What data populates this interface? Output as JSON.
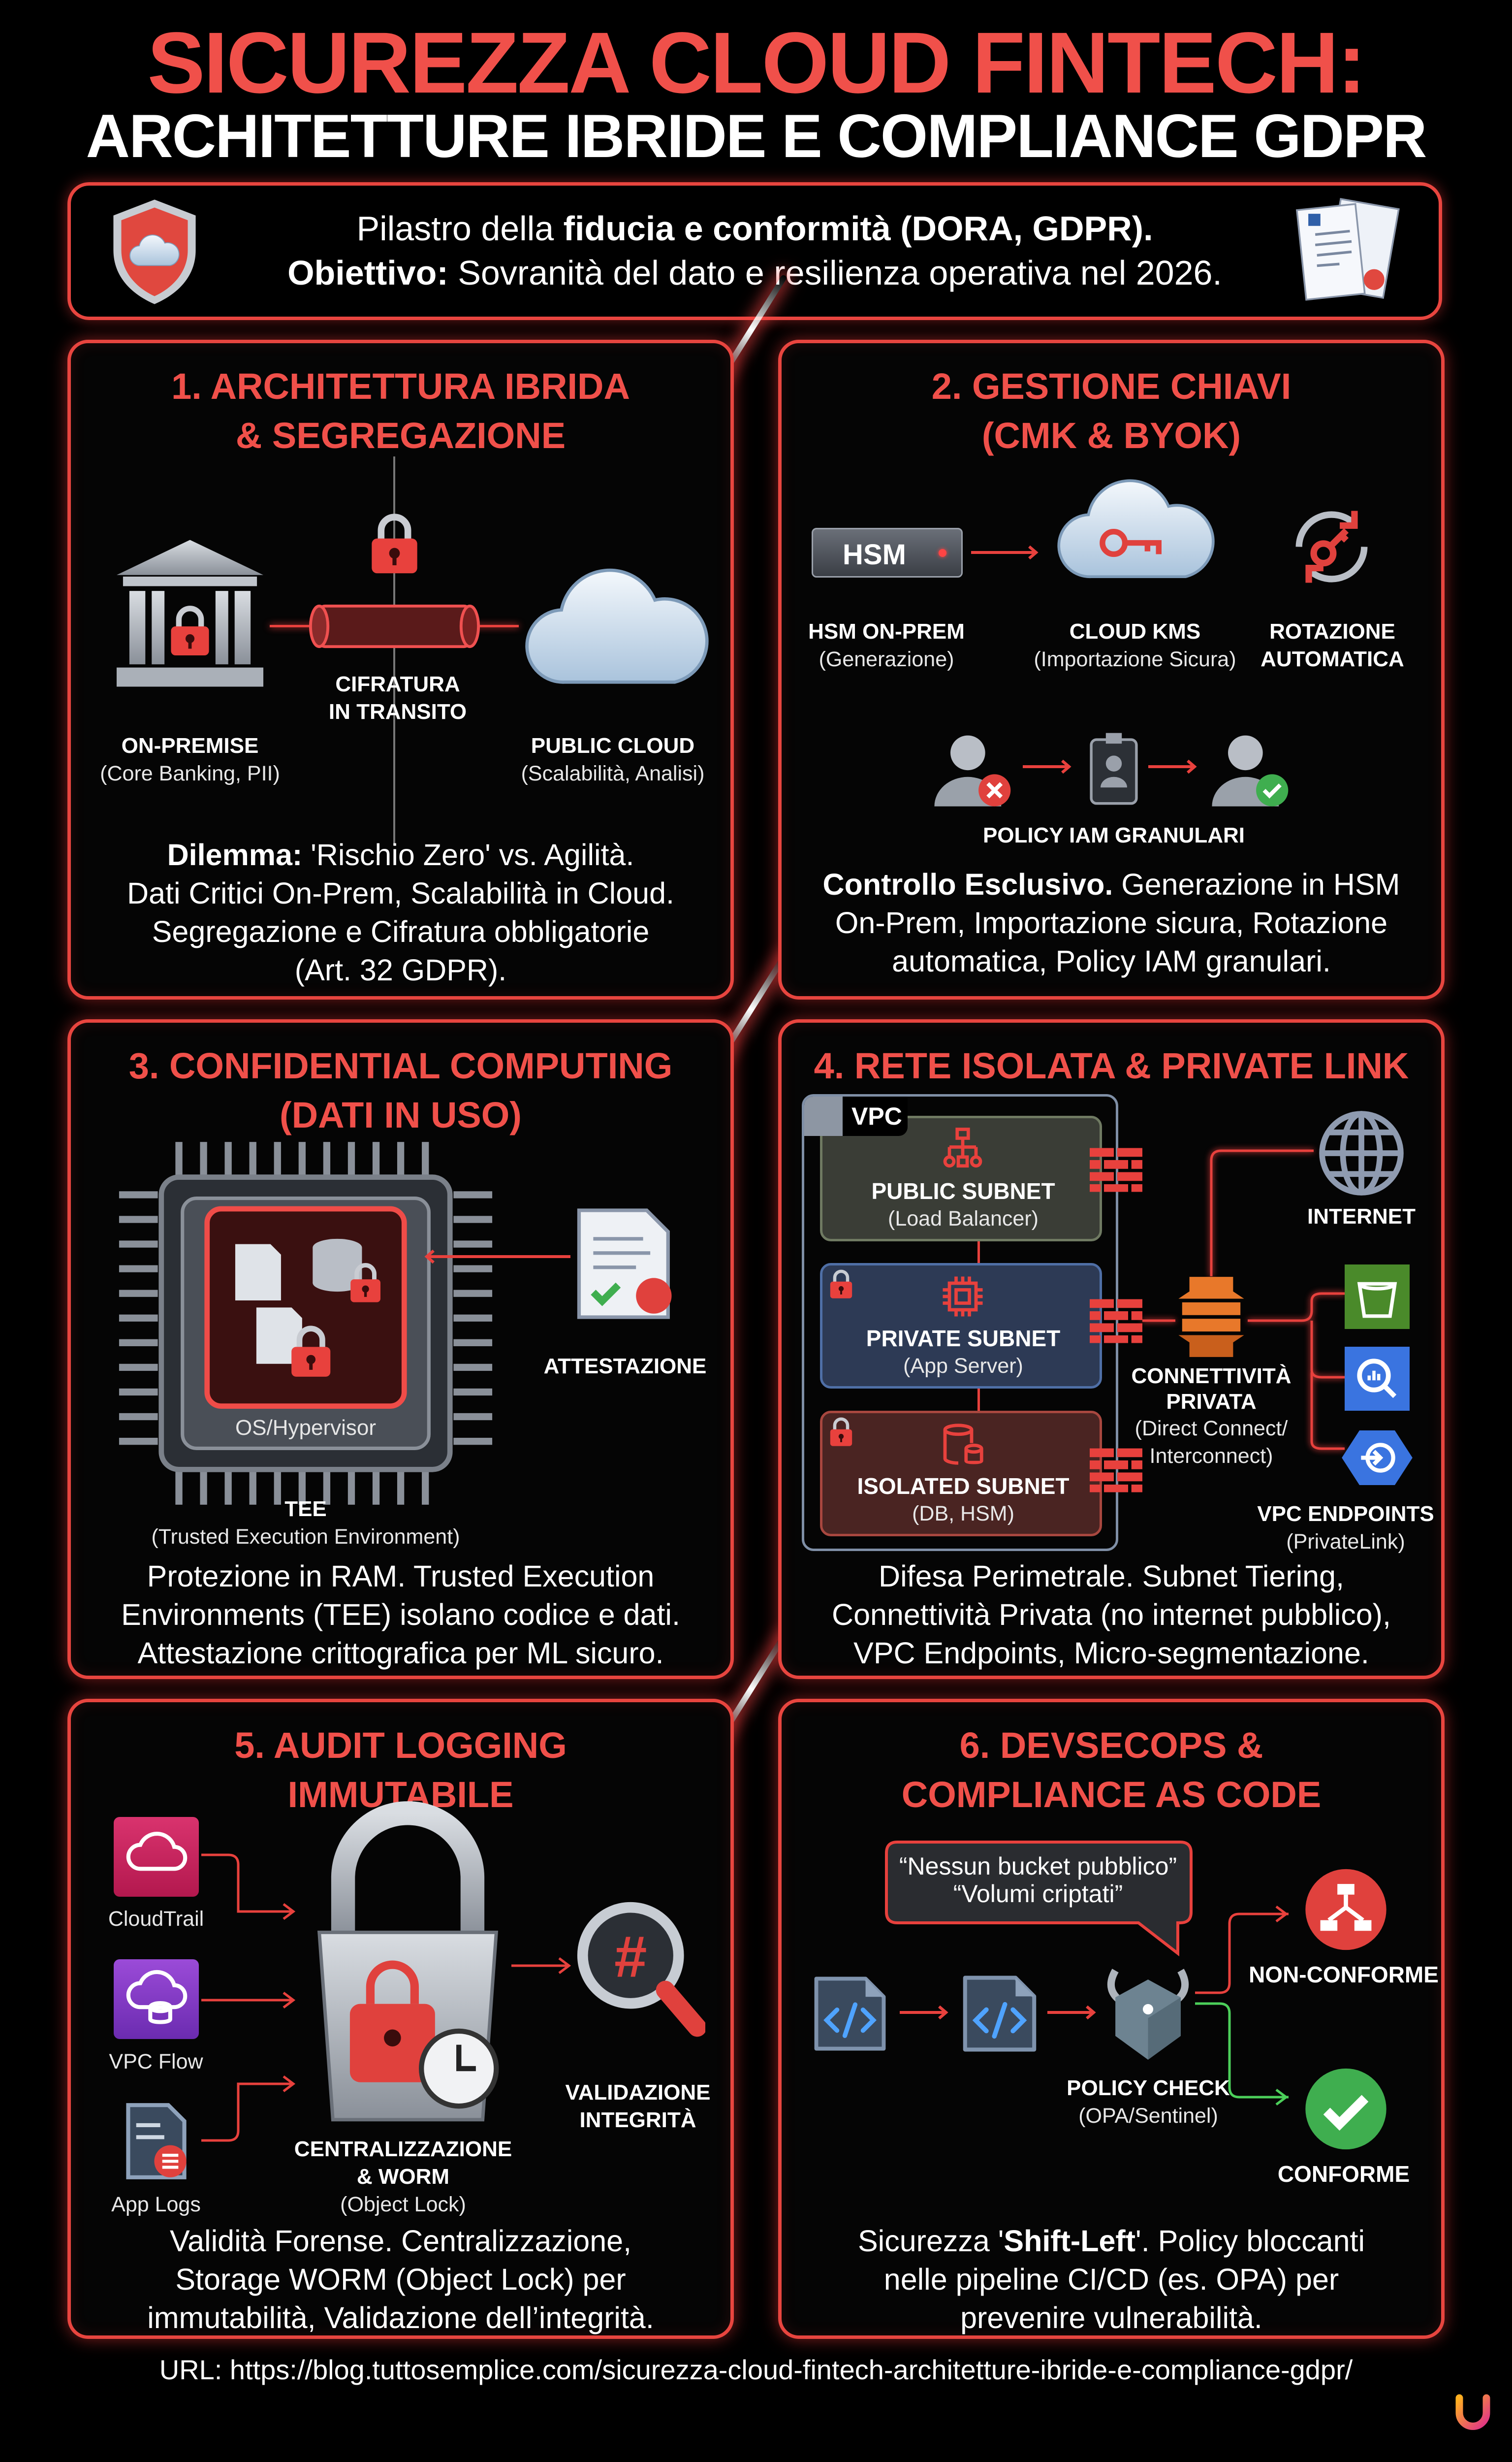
{
  "title": {
    "line1": "SICUREZZA CLOUD FINTECH:",
    "line2": "ARCHITETTURE IBRIDE E COMPLIANCE GDPR"
  },
  "intro": {
    "l1_pre": "Pilastro della ",
    "l1_bold": "fiducia e conformità (DORA, GDPR).",
    "l2_bold": "Obiettivo:",
    "l2_rest": " Sovranità del dato e resilienza operativa nel 2026.",
    "icons": [
      "shield-cloud-icon",
      "certificate-document-icon"
    ]
  },
  "colors": {
    "accent": "#f0504a",
    "border": "#e8453f",
    "background": "#000000",
    "success": "#3fae4f",
    "aws_orange": "#e8782a"
  },
  "panels": [
    {
      "title": [
        "1. ARCHITETTURA IBRIDA",
        "& SEGREGAZIONE"
      ],
      "onprem": {
        "label": "ON-PREMISE",
        "sub": "(Core Banking, PII)"
      },
      "transit": [
        "CIFRATURA",
        "IN TRANSITO"
      ],
      "cloud": {
        "label": "PUBLIC CLOUD",
        "sub": "(Scalabilità, Analisi)"
      },
      "desc": {
        "bold": "Dilemma:",
        "first": " 'Rischio Zero' vs. Agilità.",
        "lines": [
          "Dati Critici On-Prem, Scalabilità in Cloud.",
          "Segregazione e Cifratura obbligatorie",
          "(Art. 32 GDPR)."
        ]
      }
    },
    {
      "title": [
        "2. GESTIONE CHIAVI",
        "(CMK & BYOK)"
      ],
      "hsm_box": "HSM",
      "hsm": {
        "label": "HSM ON-PREM",
        "sub": "(Generazione)"
      },
      "kms": {
        "label": "CLOUD KMS",
        "sub": "(Importazione Sicura)"
      },
      "rotation": [
        "ROTAZIONE",
        "AUTOMATICA"
      ],
      "iam": "POLICY IAM GRANULARI",
      "desc": {
        "bold": "Controllo Esclusivo.",
        "first": " Generazione in HSM",
        "lines": [
          "On-Prem, Importazione sicura, Rotazione",
          "automatica, Policy IAM granulari."
        ]
      }
    },
    {
      "title": [
        "3. CONFIDENTIAL COMPUTING",
        "(DATI IN USO)"
      ],
      "os": "OS/Hypervisor",
      "attest": "ATTESTAZIONE",
      "tee": {
        "label": "TEE",
        "sub": "(Trusted Execution Environment)"
      },
      "desc": {
        "lines": [
          "Protezione in RAM. Trusted Execution",
          "Environments (TEE) isolano codice e dati.",
          "Attestazione crittografica per ML sicuro."
        ]
      }
    },
    {
      "title": [
        "4. RETE ISOLATA & PRIVATE LINK"
      ],
      "vpc": "VPC",
      "public": {
        "label": "PUBLIC SUBNET",
        "sub": "(Load Balancer)"
      },
      "private": {
        "label": "PRIVATE SUBNET",
        "sub": "(App Server)"
      },
      "isolated": {
        "label": "ISOLATED SUBNET",
        "sub": "(DB, HSM)"
      },
      "internet": "INTERNET",
      "conn": [
        "CONNETTIVITÀ",
        "PRIVATA",
        "(Direct Connect/",
        "Interconnect)"
      ],
      "endpoints": {
        "label": "VPC ENDPOINTS",
        "sub": "(PrivateLink)"
      },
      "desc": {
        "lines": [
          "Difesa Perimetrale. Subnet Tiering,",
          "Connettività Privata (no internet pubblico),",
          "VPC Endpoints, Micro-segmentazione."
        ]
      }
    },
    {
      "title": [
        "5. AUDIT LOGGING",
        "IMMUTABILE"
      ],
      "sources": [
        "CloudTrail",
        "VPC Flow",
        "App Logs"
      ],
      "central": [
        "CENTRALIZZAZIONE",
        "& WORM",
        "(Object Lock)"
      ],
      "valid": [
        "VALIDAZIONE",
        "INTEGRITÀ"
      ],
      "desc": {
        "lines": [
          "Validità Forense. Centralizzazione,",
          "Storage WORM (Object Lock) per",
          "immutabilità, Validazione dell’integrità."
        ]
      }
    },
    {
      "title": [
        "6. DEVSECOPS &",
        "COMPLIANCE AS CODE"
      ],
      "bubble": [
        "“Nessun bucket pubblico”",
        "“Volumi criptati”"
      ],
      "policy": {
        "label": "POLICY CHECK",
        "sub": "(OPA/Sentinel)"
      },
      "noncompliant": "NON-CONFORME",
      "compliant": "CONFORME",
      "desc": {
        "pre": "Sicurezza '",
        "bold": "Shift-Left",
        "post": "'. Policy bloccanti",
        "lines": [
          "nelle pipeline CI/CD (es. OPA) per",
          "prevenire vulnerabilità."
        ]
      }
    }
  ],
  "url": "URL: https://blog.tuttosemplice.com/sicurezza-cloud-fintech-architetture-ibride-e-compliance-gdpr/"
}
